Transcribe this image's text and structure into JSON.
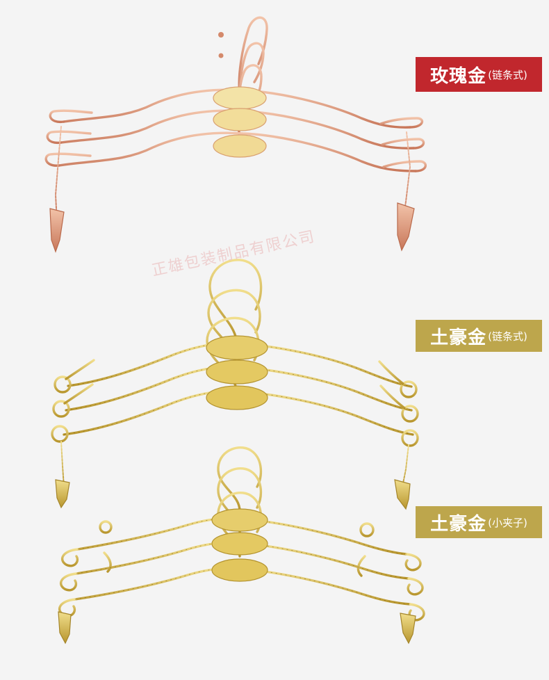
{
  "colors": {
    "background": "#f4f4f4",
    "rose_label_bg": "#c1272d",
    "gold_label_bg": "#bda64c",
    "rose_metal": "#e2a083",
    "rose_metal_dark": "#b9694b",
    "gold_metal": "#d9bd55",
    "gold_metal_dark": "#a4852a",
    "rose_plate": "#f0dc9a",
    "gold_plate": "#e2c660"
  },
  "labels": {
    "rose": {
      "main": "玫瑰金",
      "sub": "(链条式)"
    },
    "gold_chain": {
      "main": "土豪金",
      "sub": "(链条式)"
    },
    "gold_clip": {
      "main": "土豪金",
      "sub": "(小夹子)"
    }
  },
  "watermark": "正雄包装制品有限公司",
  "icons": {
    "rose": "rose-gold-hanger-chain-icon",
    "gold_chain": "gold-hanger-chain-icon",
    "gold_clip": "gold-hanger-clip-icon"
  }
}
